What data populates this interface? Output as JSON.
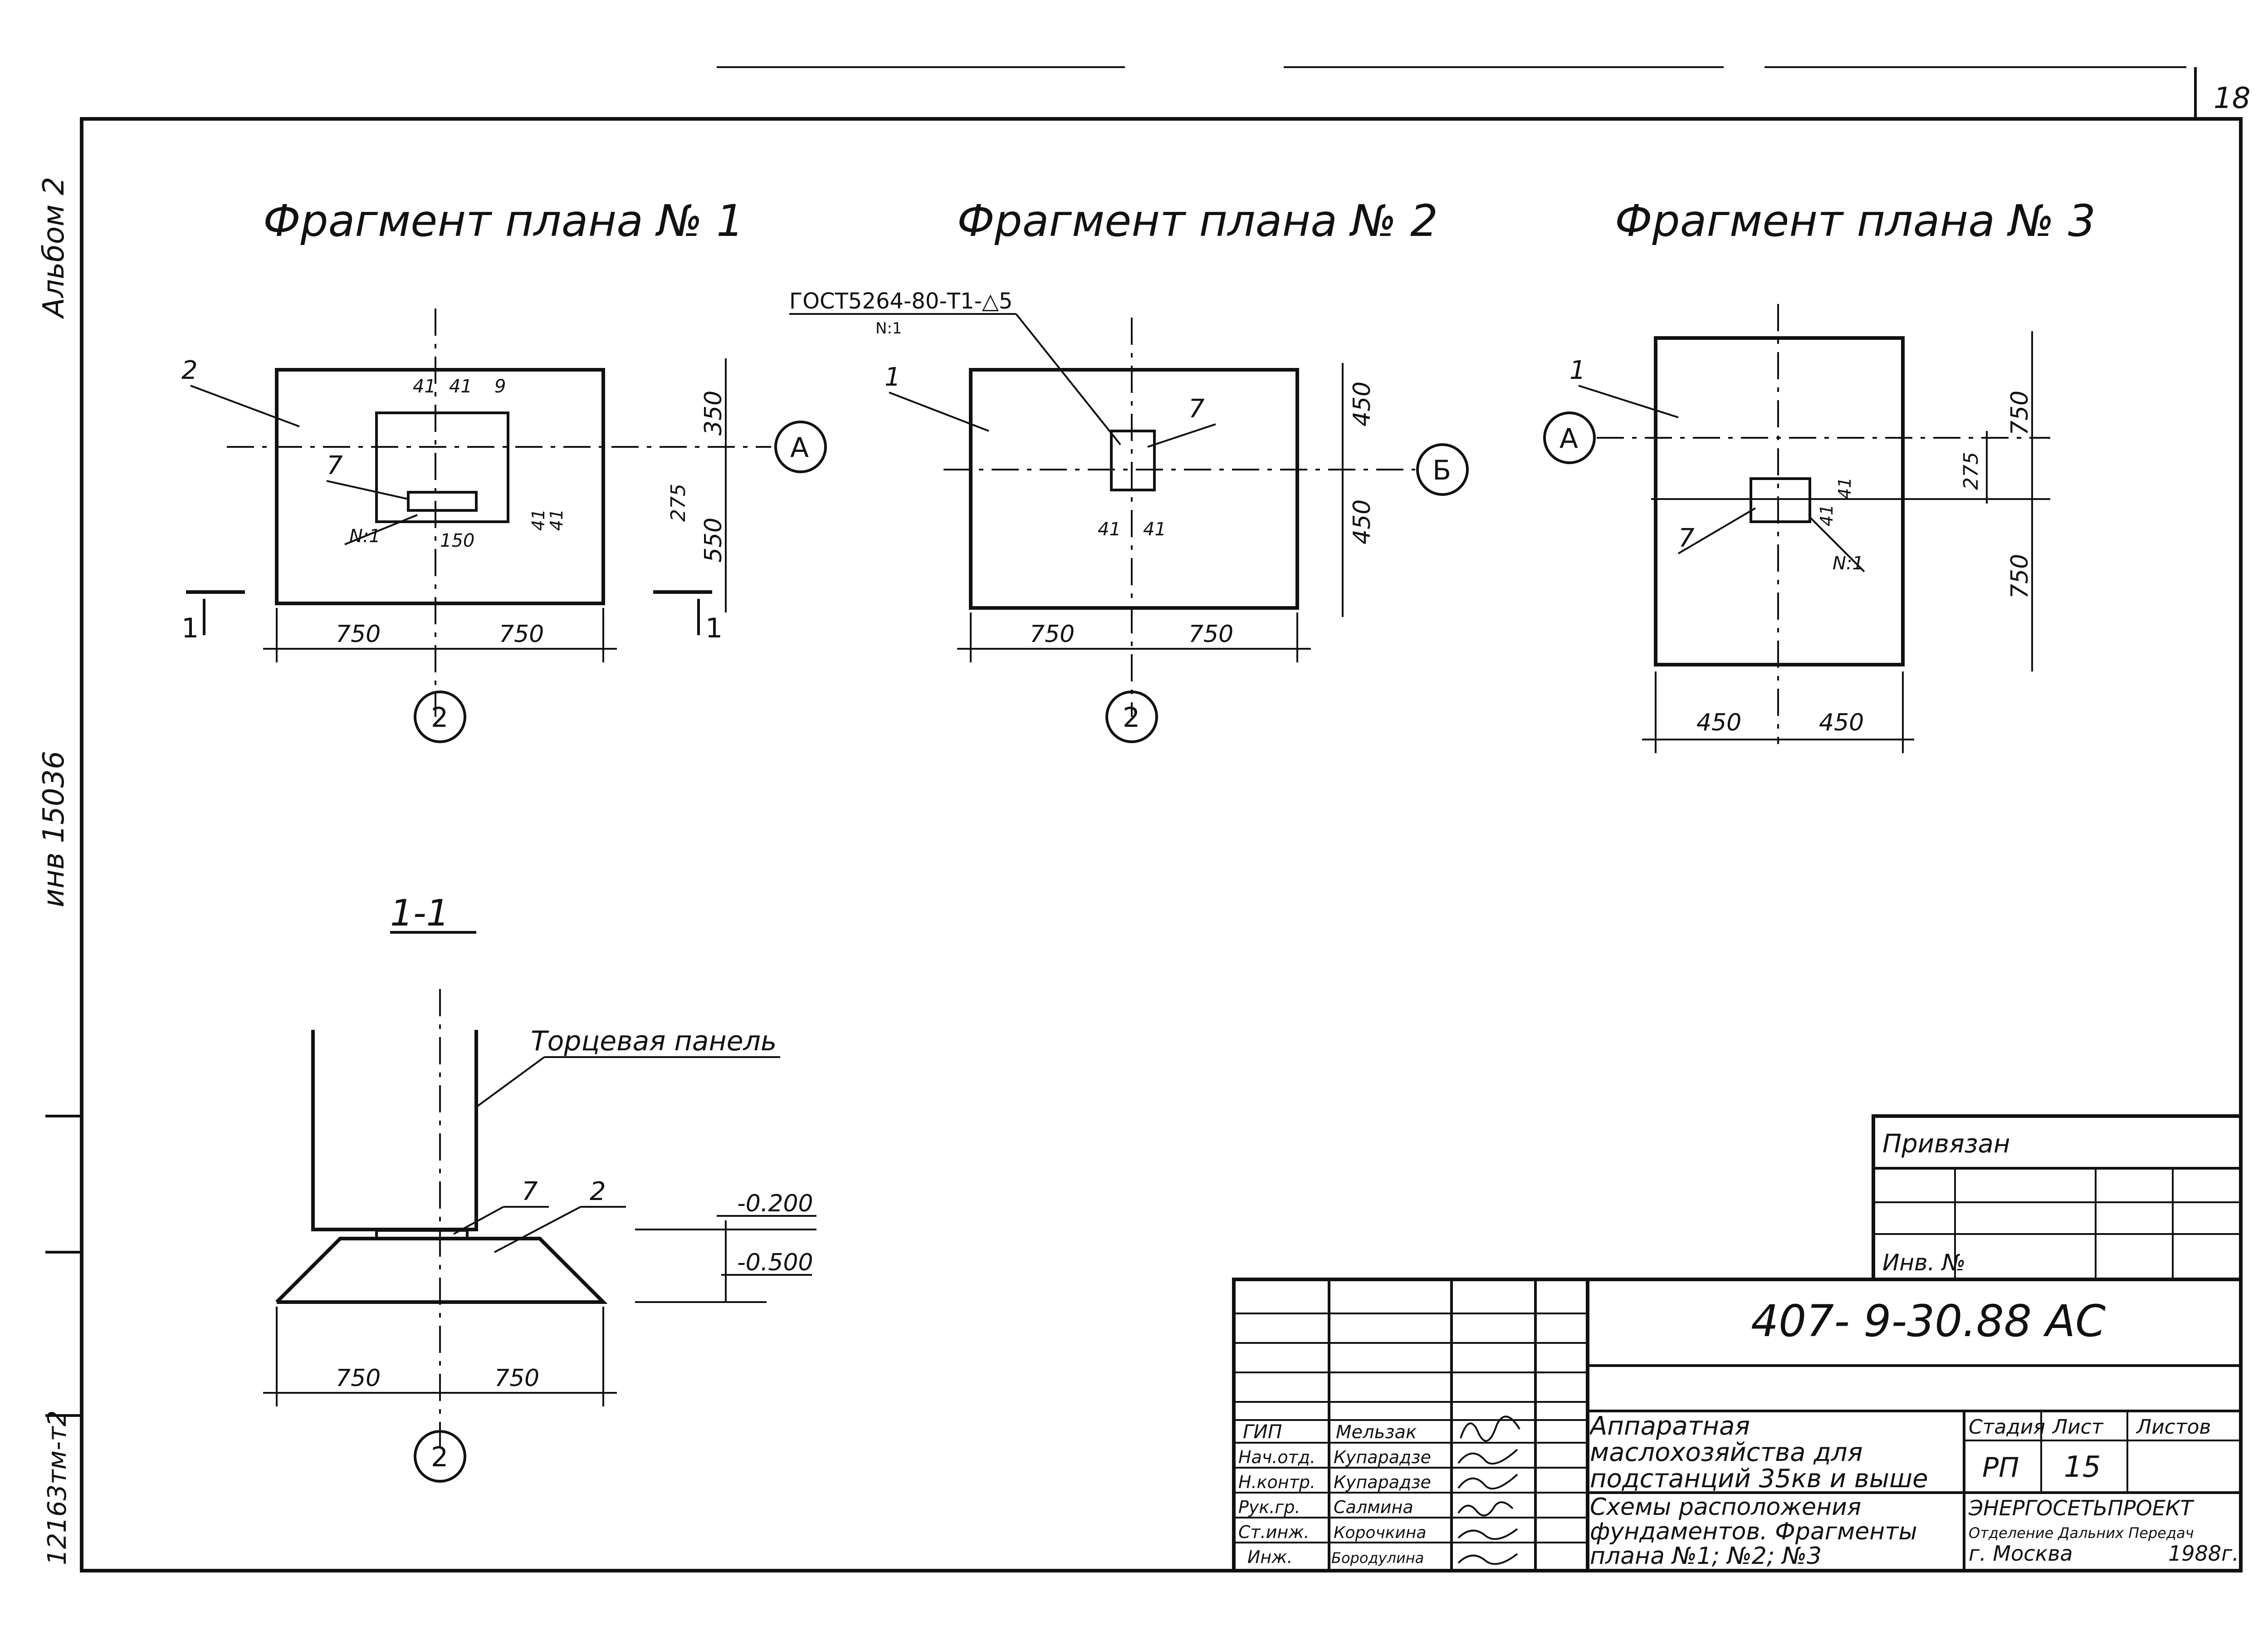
{
  "sheet": {
    "page_number": "18",
    "margin_album": "Альбом 2",
    "margin_inv": "инв 15036",
    "margin_code": "12163тм-т2"
  },
  "fragment1": {
    "title": "Фрагмент плана № 1",
    "dims": {
      "w_left": "750",
      "w_right": "750",
      "h_top": "350",
      "h_bot": "550",
      "h_inner": "275",
      "d41a": "41",
      "d41b": "41",
      "d9": "9",
      "d150": "150",
      "d41c": "41",
      "d41d": "41"
    },
    "leaders": {
      "pos2": "2",
      "pos7": "7",
      "n1": "N:1"
    },
    "axis_a": "А",
    "axis_2": "2",
    "section_mark": "1"
  },
  "fragment2": {
    "title": "Фрагмент плана № 2",
    "gost_note": "ГОСТ5264-80-Т1-△5",
    "gost_sub": "N:1",
    "dims": {
      "w_left": "750",
      "w_right": "750",
      "h_top": "450",
      "h_bot": "450",
      "d41a": "41",
      "d41b": "41"
    },
    "leaders": {
      "pos1": "1",
      "pos7": "7"
    },
    "axis_b": "Б",
    "axis_2": "2"
  },
  "fragment3": {
    "title": "Фрагмент плана № 3",
    "dims": {
      "w_left": "450",
      "w_right": "450",
      "h_top": "750",
      "h_bot": "750",
      "h_inner": "275",
      "d41a": "41",
      "d41b": "41"
    },
    "leaders": {
      "pos1": "1",
      "pos7": "7",
      "n1": "N:1"
    },
    "axis_a": "А"
  },
  "section": {
    "title": "1-1",
    "panel_label": "Торцевая панель",
    "pos7": "7",
    "pos2": "2",
    "level1": "-0.200",
    "level2": "-0.500",
    "w_left": "750",
    "w_right": "750",
    "axis_2": "2"
  },
  "stamp": {
    "privyazan": "Привязан",
    "inv_no": "Инв. №",
    "code": "407- 9-30.88   АС",
    "project_title": "Аппаратная маслохозяйства для подстанций 35кв и выше",
    "sheet_title": "Схемы расположения фундаментов. Фрагменты плана №1; №2; №3",
    "stage_label": "Стадия",
    "sheet_label": "Лист",
    "sheets_label": "Листов",
    "stage": "РП",
    "sheet": "15",
    "sheets": "",
    "org_1": "ЭНЕРГОСЕТЬПРОЕКТ",
    "org_2": "Отделение Дальних Передач",
    "org_3": "г. Москва",
    "year": "1988г.",
    "roles": [
      {
        "role": "ГИП",
        "name": "Мельзак"
      },
      {
        "role": "Нач.отд.",
        "name": "Купарадзе"
      },
      {
        "role": "Н.контр.",
        "name": "Купарадзе"
      },
      {
        "role": "Рук.гр.",
        "name": "Салмина"
      },
      {
        "role": "Ст.инж.",
        "name": "Корочкина"
      },
      {
        "role": "Инж.",
        "name": "Бородулина"
      }
    ]
  }
}
